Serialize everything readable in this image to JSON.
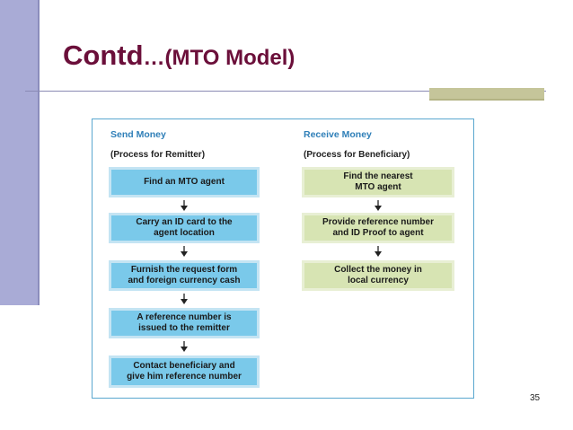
{
  "slide": {
    "title_main": "Contd",
    "title_sub": "…(MTO Model)",
    "page_number": "35"
  },
  "diagram": {
    "send": {
      "title": "Send Money",
      "subtitle": "(Process for Remitter)",
      "steps": [
        "Find an MTO agent",
        "Carry an ID card to the\nagent location",
        "Furnish the request form\nand foreign currency cash",
        "A reference number is\nissued to the remitter",
        "Contact beneficiary and\ngive him reference number"
      ]
    },
    "receive": {
      "title": "Receive Money",
      "subtitle": "(Process for Beneficiary)",
      "steps": [
        "Find the nearest\nMTO agent",
        "Provide reference number\nand ID Proof to agent",
        "Collect the money in\nlocal currency"
      ]
    }
  },
  "colors": {
    "title": "#6b0f3a",
    "send_box": "#7ac9ea",
    "receive_box": "#d7e4b3",
    "column_heading": "#2f7fb8"
  }
}
